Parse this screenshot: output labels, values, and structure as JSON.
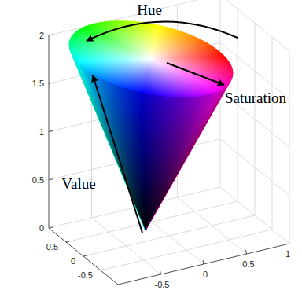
{
  "diagram": {
    "labels": [
      "Hue",
      "Saturation",
      "Value",
      "2",
      "1.5",
      "1",
      "0.5",
      "0",
      "0.5",
      "0",
      "-0.5",
      "1",
      "0.5",
      "0",
      "-0.5"
    ]
  }
}
